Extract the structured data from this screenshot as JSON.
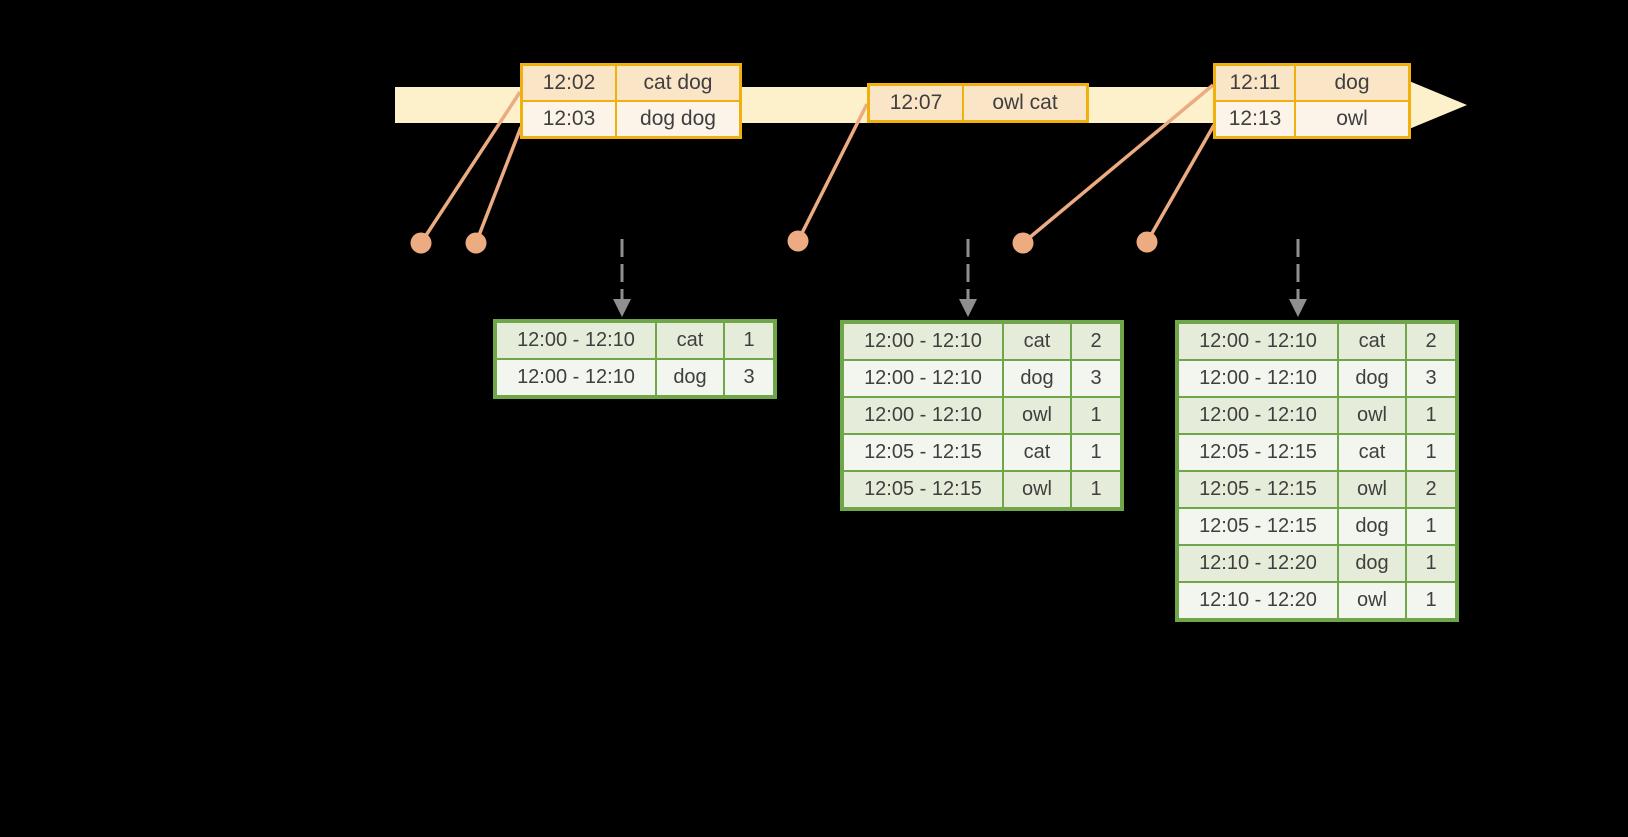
{
  "colors": {
    "background": "#000000",
    "timeline_band": "#fcf1ca",
    "event_table_border": "#f0b00e",
    "event_row_dark": "#fbe5c7",
    "event_row_light": "#fdf4e9",
    "connector": "#ecab80",
    "trigger_arrow": "#8f8f8f",
    "result_table_border": "#6fa64a",
    "result_row_dark": "#e5edda",
    "result_row_light": "#f3f6ee",
    "text": "#3f3f3f"
  },
  "event_tables": [
    {
      "rows": [
        {
          "time": "12:02",
          "words": "cat dog"
        },
        {
          "time": "12:03",
          "words": "dog dog"
        }
      ]
    },
    {
      "rows": [
        {
          "time": "12:07",
          "words": "owl cat"
        }
      ]
    },
    {
      "rows": [
        {
          "time": "12:11",
          "words": "dog"
        },
        {
          "time": "12:13",
          "words": "owl"
        }
      ]
    }
  ],
  "result_tables": [
    {
      "rows": [
        {
          "window": "12:00 - 12:10",
          "word": "cat",
          "count": "1"
        },
        {
          "window": "12:00 - 12:10",
          "word": "dog",
          "count": "3"
        }
      ]
    },
    {
      "rows": [
        {
          "window": "12:00 - 12:10",
          "word": "cat",
          "count": "2"
        },
        {
          "window": "12:00 - 12:10",
          "word": "dog",
          "count": "3"
        },
        {
          "window": "12:00 - 12:10",
          "word": "owl",
          "count": "1"
        },
        {
          "window": "12:05 - 12:15",
          "word": "cat",
          "count": "1"
        },
        {
          "window": "12:05 - 12:15",
          "word": "owl",
          "count": "1"
        }
      ]
    },
    {
      "rows": [
        {
          "window": "12:00 - 12:10",
          "word": "cat",
          "count": "2"
        },
        {
          "window": "12:00 - 12:10",
          "word": "dog",
          "count": "3"
        },
        {
          "window": "12:00 - 12:10",
          "word": "owl",
          "count": "1"
        },
        {
          "window": "12:05 - 12:15",
          "word": "cat",
          "count": "1"
        },
        {
          "window": "12:05 - 12:15",
          "word": "owl",
          "count": "2"
        },
        {
          "window": "12:05 - 12:15",
          "word": "dog",
          "count": "1"
        },
        {
          "window": "12:10 - 12:20",
          "word": "dog",
          "count": "1"
        },
        {
          "window": "12:10 - 12:20",
          "word": "owl",
          "count": "1"
        }
      ]
    }
  ]
}
